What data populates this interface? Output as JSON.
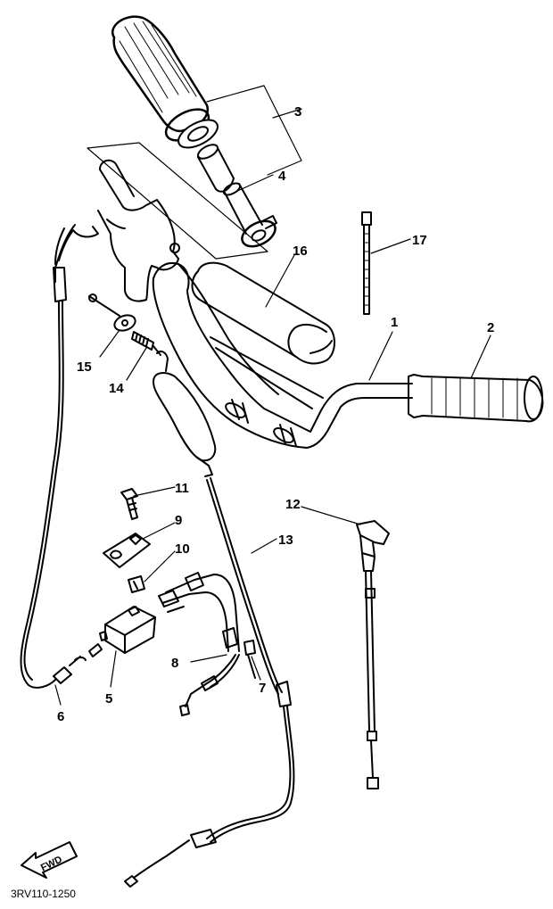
{
  "diagram": {
    "ref_code": "3RV110-1250",
    "fwd_label": "FWD",
    "callouts": [
      {
        "id": "1",
        "label": "1"
      },
      {
        "id": "2",
        "label": "2"
      },
      {
        "id": "3",
        "label": "3"
      },
      {
        "id": "4",
        "label": "4"
      },
      {
        "id": "5",
        "label": "5"
      },
      {
        "id": "6",
        "label": "6"
      },
      {
        "id": "7",
        "label": "7"
      },
      {
        "id": "8",
        "label": "8"
      },
      {
        "id": "9",
        "label": "9"
      },
      {
        "id": "10",
        "label": "10"
      },
      {
        "id": "11",
        "label": "11"
      },
      {
        "id": "12",
        "label": "12"
      },
      {
        "id": "13",
        "label": "13"
      },
      {
        "id": "14",
        "label": "14"
      },
      {
        "id": "15",
        "label": "15"
      },
      {
        "id": "16",
        "label": "16"
      },
      {
        "id": "17",
        "label": "17"
      }
    ]
  }
}
